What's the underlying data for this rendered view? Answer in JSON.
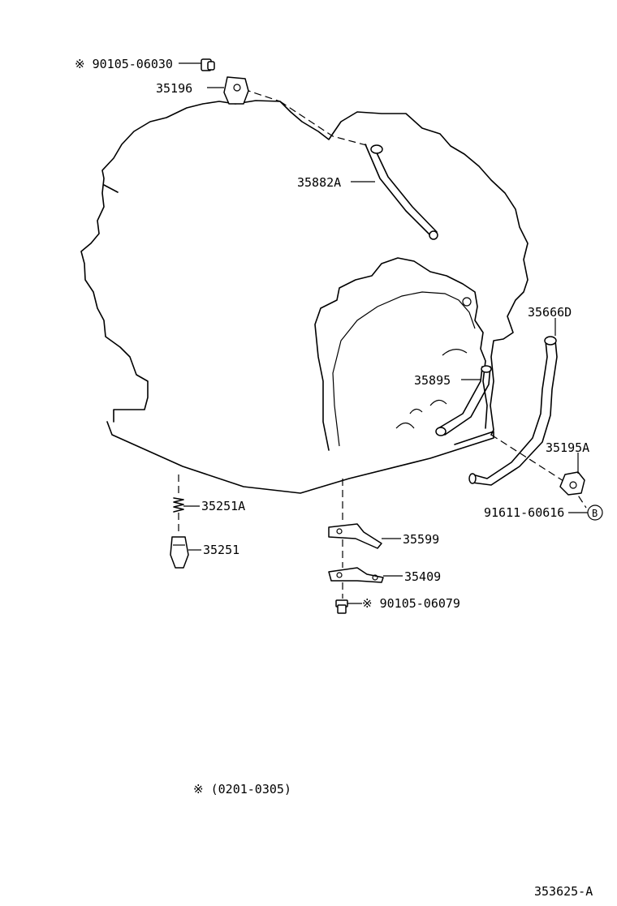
{
  "labels": {
    "p90105_06030": "※ 90105-06030",
    "p35196": "35196",
    "p35882A": "35882A",
    "p35666D": "35666D",
    "p35895": "35895",
    "p35195A": "35195A",
    "p91611_60616": "91611-60616",
    "circle_b": "B",
    "p35251A": "35251A",
    "p35251": "35251",
    "p35599": "35599",
    "p35409": "35409",
    "p90105_06079": "※ 90105-06079",
    "note": "※  (0201-0305)",
    "ref": "353625-A"
  }
}
